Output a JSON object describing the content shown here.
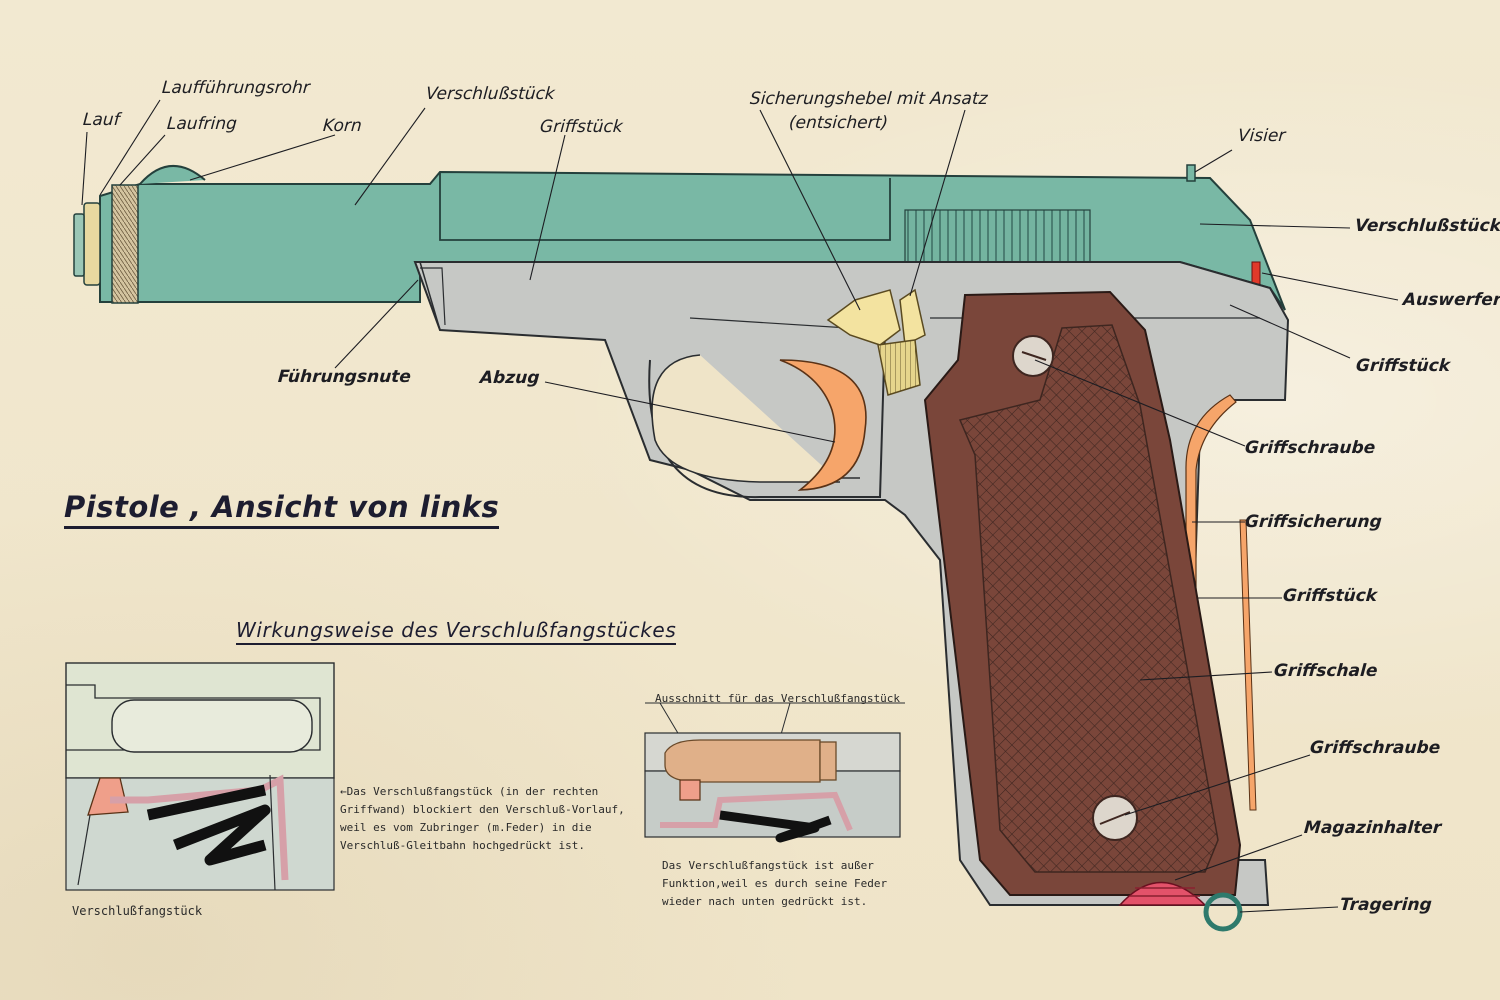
{
  "title": "Pistole , Ansicht von links",
  "subtitle": "Wirkungsweise des Verschlußfangstückes",
  "labels": {
    "lauf": "Lauf",
    "lauffuehrungsrohr": "Laufführungsrohr",
    "laufring": "Laufring",
    "korn": "Korn",
    "verschlussstueck_top": "Verschlußstück",
    "griffstueck_top": "Griffstück",
    "sicherungshebel_1": "Sicherungshebel mit Ansatz",
    "sicherungshebel_2": "(entsichert)",
    "visier": "Visier",
    "verschlussstueck_right": "Verschlußstück",
    "auswerfer": "Auswerfer",
    "griffstueck_right": "Griffstück",
    "fuehrungsnute": "Führungsnute",
    "abzug": "Abzug",
    "griffschraube_1": "Griffschraube",
    "griffsicherung": "Griffsicherung",
    "griffstueck_lower": "Griffstück",
    "griffschale": "Griffschale",
    "griffschraube_2": "Griffschraube",
    "magazinhalter": "Magazinhalter",
    "tragering": "Tragering"
  },
  "detail_left": {
    "note_lines": [
      "←Das Verschlußfangstück (in der rechten",
      "Griffwand) blockiert den Verschluß-Vorlauf,",
      "weil es vom Zubringer (m.Feder) in die",
      "Verschluß-Gleitbahn hochgedrückt ist."
    ],
    "part_label": "Verschlußfangstück"
  },
  "detail_right": {
    "top_label": "Ausschnitt für das Verschlußfangstück",
    "note_lines": [
      "Das Verschlußfangstück ist außer",
      "Funktion,weil es durch seine Feder",
      "wieder nach unten gedrückt ist."
    ]
  },
  "colors": {
    "paper": "#f1e8cf",
    "slide_teal": "#79b8a5",
    "frame_grey": "#c6c8c5",
    "grip_brown": "#7a463a",
    "trigger_orange": "#f6a56a",
    "safety_yellow": "#f3e3a0",
    "ink": "#1d1d30"
  }
}
